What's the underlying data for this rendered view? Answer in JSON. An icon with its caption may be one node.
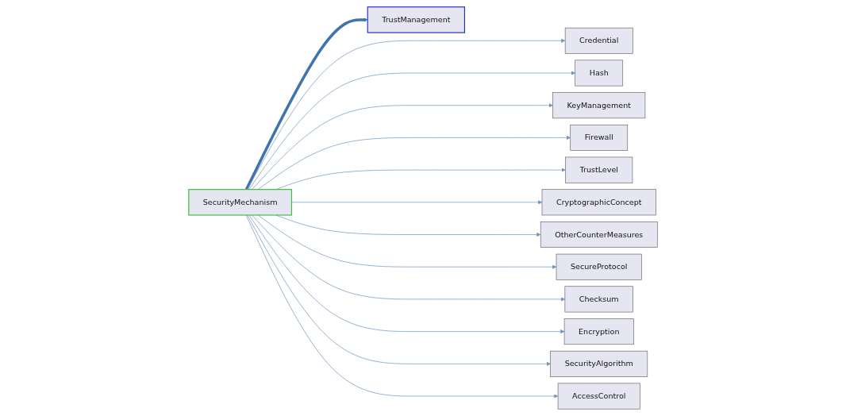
{
  "diagram": {
    "nodes": [
      {
        "text": [
          "TrustManagement"
        ]
      },
      {
        "text": [
          "Credential"
        ]
      },
      {
        "text": [
          "Hash"
        ]
      },
      {
        "text": [
          "KeyManagement"
        ]
      },
      {
        "text": [
          "Firewall"
        ]
      },
      {
        "text": [
          "TrustLevel"
        ]
      },
      {
        "text": [
          "SecurityMechanism"
        ]
      },
      {
        "text": [
          "CryptographicConcept"
        ]
      },
      {
        "text": [
          "OtherCounterMeasures"
        ]
      },
      {
        "text": [
          "SecureProtocol"
        ]
      },
      {
        "text": [
          "Checksum"
        ]
      },
      {
        "text": [
          "Encryption"
        ]
      },
      {
        "text": [
          "SecurityAlgorithm"
        ]
      },
      {
        "text": [
          "AccessControl"
        ]
      }
    ],
    "edges": [
      {
        "from": 6,
        "to": 0,
        "arrow": "to",
        "style": "thick",
        "color": "#3f74ad"
      },
      {
        "from": 6,
        "to": 1,
        "arrow": "to"
      },
      {
        "from": 6,
        "to": 2,
        "arrow": "to"
      },
      {
        "from": 6,
        "to": 3,
        "arrow": "to"
      },
      {
        "from": 6,
        "to": 4,
        "arrow": "to"
      },
      {
        "from": 6,
        "to": 5,
        "arrow": "to"
      },
      {
        "from": 6,
        "to": 7,
        "arrow": "to"
      },
      {
        "from": 6,
        "to": 8,
        "arrow": "to"
      },
      {
        "from": 6,
        "to": 9,
        "arrow": "to"
      },
      {
        "from": 6,
        "to": 10,
        "arrow": "to"
      },
      {
        "from": 6,
        "to": 11,
        "arrow": "to"
      },
      {
        "from": 6,
        "to": 12,
        "arrow": "to"
      },
      {
        "from": 6,
        "to": 13,
        "arrow": "to"
      }
    ]
  }
}
